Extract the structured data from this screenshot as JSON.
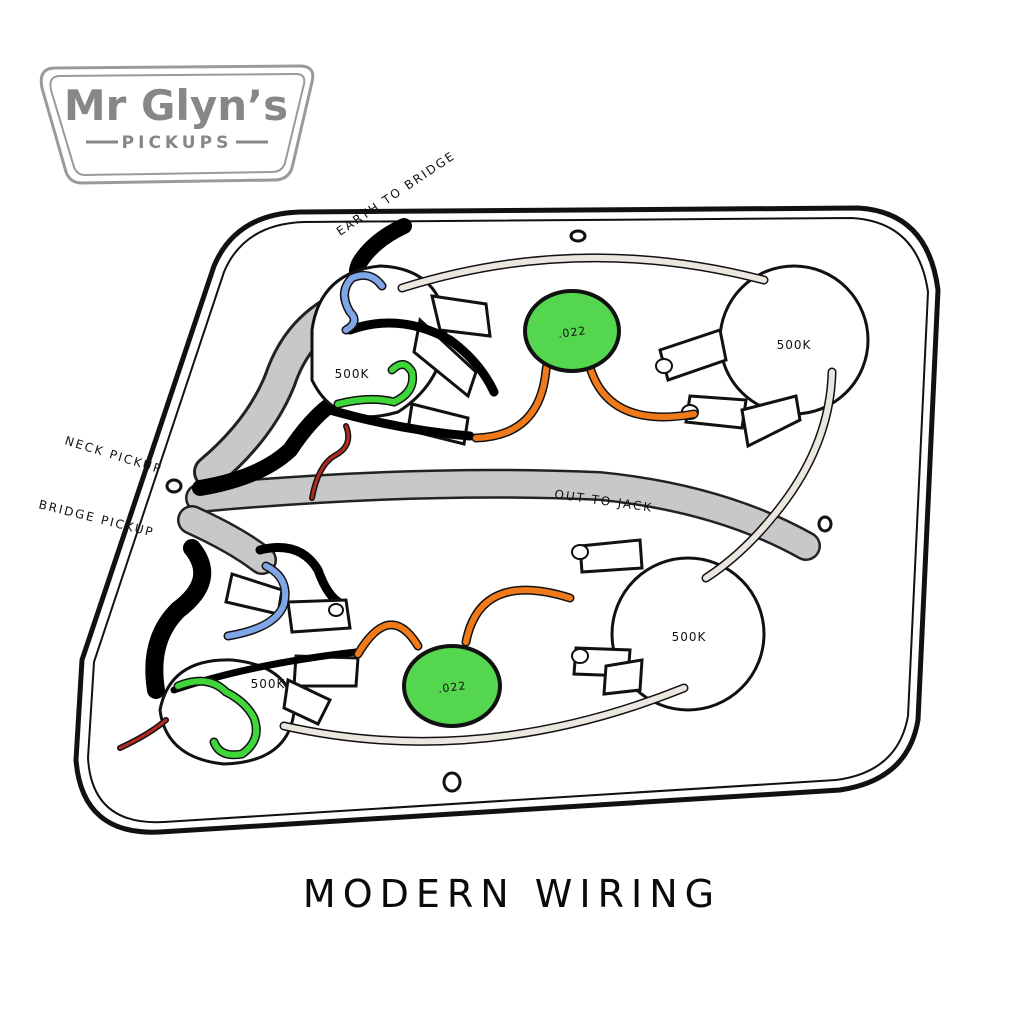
{
  "logo": {
    "line1": "Mr Glyn’s",
    "line2": "PICKUPS"
  },
  "labels": {
    "earth": "EARTH TO BRIDGE",
    "neck": "NECK PICKUP",
    "bridge": "BRIDGE PICKUP",
    "jack": "OUT TO JACK"
  },
  "pots": [
    {
      "id": "neck-volume",
      "value": "500K"
    },
    {
      "id": "neck-tone",
      "value": "500K"
    },
    {
      "id": "bridge-volume",
      "value": "500K"
    },
    {
      "id": "bridge-tone",
      "value": "500K"
    }
  ],
  "caps": [
    {
      "id": "neck-cap",
      "value": ".022"
    },
    {
      "id": "bridge-cap",
      "value": ".022"
    }
  ],
  "title": "MODERN WIRING",
  "colors": {
    "cap": "#55d64f",
    "cap_wire": "#f07a1a",
    "shield_wire": "#c8c8c8",
    "ground_wire": "#111111",
    "blue_wire": "#7fa6e6",
    "green_wire": "#3fd63a",
    "red_wire": "#b02a1e",
    "bare_wire": "#ece6e0"
  }
}
